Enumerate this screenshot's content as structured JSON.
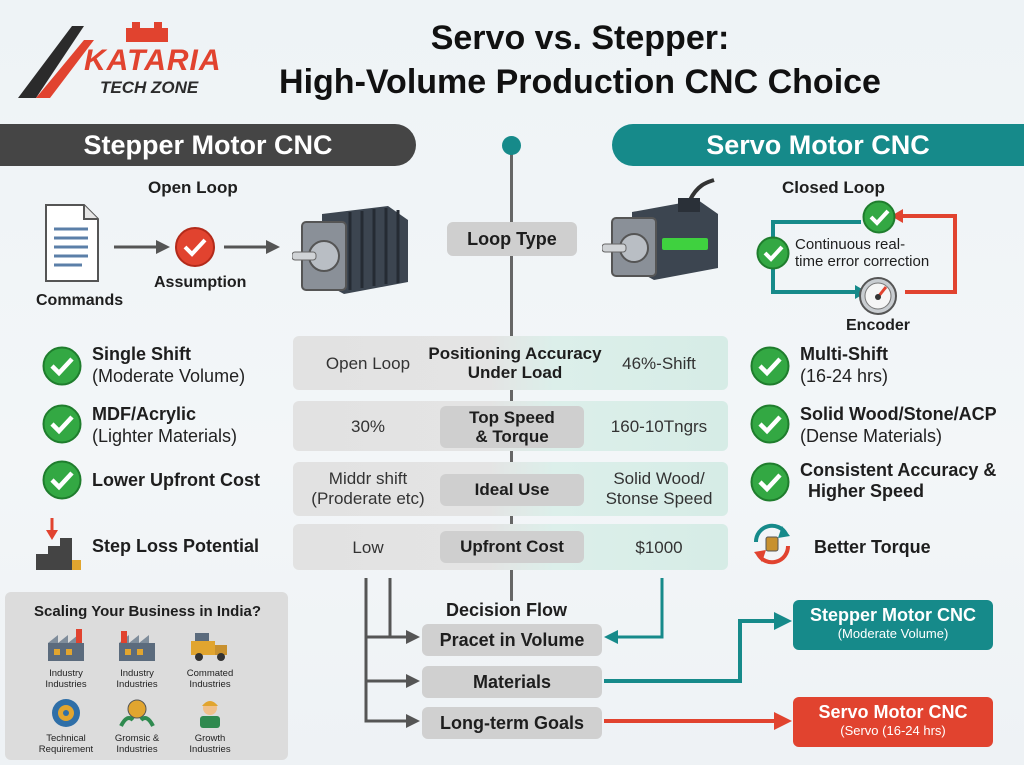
{
  "logo": {
    "line1": "KATARIA",
    "line2": "TECH ZONE"
  },
  "title": {
    "line1": "Servo vs. Stepper:",
    "line2": "High-Volume Production CNC Choice"
  },
  "stepper": {
    "header": "Stepper Motor CNC",
    "loop_label": "Open Loop",
    "commands_label": "Commands",
    "assumption_label": "Assumption",
    "features": [
      {
        "bold": "Single Shift",
        "normal": "(Moderate Volume)"
      },
      {
        "bold": "MDF/Acrylic",
        "normal": "(Lighter Materials)"
      },
      {
        "bold": "Lower Upfront Cost",
        "normal": ""
      },
      {
        "bold": "Step Loss Potential",
        "normal": ""
      }
    ]
  },
  "servo": {
    "header": "Servo Motor CNC",
    "loop_label": "Closed Loop",
    "correction_label_1": "Continuous real-",
    "correction_label_2": "time error correction",
    "encoder_label": "Encoder",
    "features": [
      {
        "bold": "Multi-Shift",
        "normal": "(16-24 hrs)"
      },
      {
        "bold": "Solid Wood/Stone/ACP",
        "normal": "(Dense Materials)"
      },
      {
        "bold": "Consistent Accuracy &",
        "normal": "Higher Speed"
      },
      {
        "bold": "Better Torque",
        "normal": ""
      }
    ]
  },
  "comparison": {
    "loop_type_label": "Loop Type",
    "rows": [
      {
        "left": "Open Loop",
        "left2": "",
        "label1": "Positioning Accuracy",
        "label2": "Under Load",
        "right": "46%-Shift",
        "right2": ""
      },
      {
        "left": "30%",
        "left2": "",
        "label1": "Top Speed",
        "label2": "& Torque",
        "right": "160-10Tngrs",
        "right2": ""
      },
      {
        "left": "Middr shift",
        "left2": "(Proderate etc)",
        "label1": "Ideal Use",
        "label2": "",
        "right": "Solid Wood/",
        "right2": "Stonse Speed"
      },
      {
        "left": "Low",
        "left2": "",
        "label1": "Upfront Cost",
        "label2": "",
        "right": "$1000",
        "right2": ""
      }
    ]
  },
  "scaling": {
    "title": "Scaling Your Business in India?",
    "items": [
      {
        "l1": "Industry",
        "l2": "Industries"
      },
      {
        "l1": "Industry",
        "l2": "Industries"
      },
      {
        "l1": "Commated",
        "l2": "Industries"
      },
      {
        "l1": "Technical",
        "l2": "Requirement"
      },
      {
        "l1": "Gromsic &",
        "l2": "Industries"
      },
      {
        "l1": "Growth",
        "l2": "Industries"
      }
    ]
  },
  "decision": {
    "title": "Decision Flow",
    "steps": [
      "Pracet in Volume",
      "Materials",
      "Long-term Goals"
    ],
    "outcomes": [
      {
        "title": "Stepper Motor CNC",
        "sub": "(Moderate Volume)"
      },
      {
        "title": "Servo Motor CNC",
        "sub": "(Servo (16-24 hrs)"
      }
    ]
  },
  "colors": {
    "teal": "#168a8a",
    "dark": "#454545",
    "red": "#e1432f",
    "green": "#33a843"
  }
}
